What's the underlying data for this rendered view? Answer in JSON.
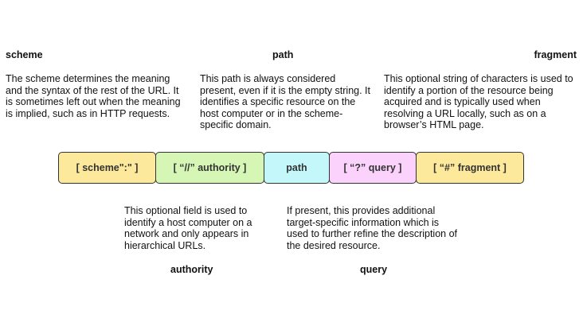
{
  "headings": {
    "scheme": "scheme",
    "path": "path",
    "fragment": "fragment",
    "authority": "authority",
    "query": "query"
  },
  "descriptions": {
    "scheme": "The scheme determines the meaning and the syntax of the rest of the URL. It is sometimes left out when the meaning is implied, such as in HTTP requests.",
    "path": "This path is always considered present, even if it is the empty string. It identifies a specific resource on the host computer or in the scheme-specific domain.",
    "fragment": "This optional string of characters is used to identify a portion of the resource being acquired and is typically used when resolving a URL locally, such as on a browser’s HTML page.",
    "authority": "This optional field is used to identify a host computer on a network and only appears in hierarchical URLs.",
    "query": "If present, this provides additional target-specific information which is used to further refine the description of the desired resource."
  },
  "segments": [
    {
      "label": "[ scheme\":\" ]",
      "color": "#fde99b"
    },
    {
      "label": "[ “//” authority ]",
      "color": "#d6f6b6"
    },
    {
      "label": "path",
      "color": "#c4f7fa"
    },
    {
      "label": "[ “?” query ]",
      "color": "#fbd2fc"
    },
    {
      "label": "[ “#” fragment ]",
      "color": "#fde99b"
    }
  ]
}
